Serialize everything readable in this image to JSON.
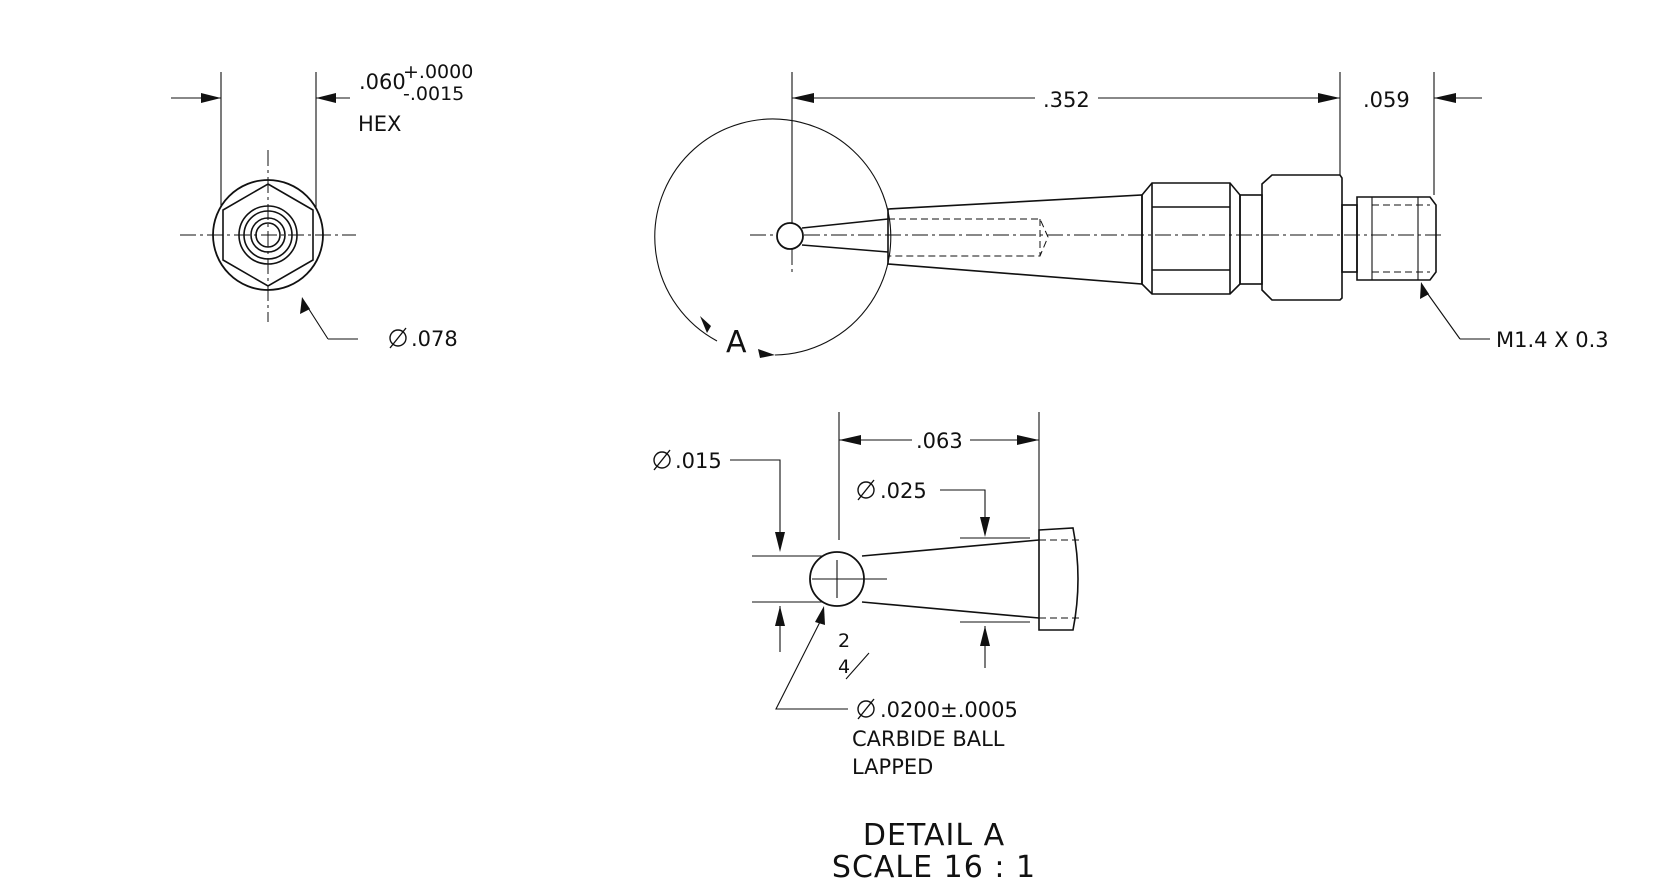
{
  "end_view": {
    "dim_width": ".060",
    "tol_plus": "+.0000",
    "tol_minus": "-.0015",
    "hex_label": "HEX",
    "dia_label": ".078"
  },
  "side_view": {
    "dim_length": ".352",
    "dim_thread_length": ".059",
    "thread_label": "M1.4 X 0.3",
    "detail_callout": "A"
  },
  "detail": {
    "dim_tip_length": ".063",
    "dia_tip": ".015",
    "dia_stem": ".025",
    "finish_top": "2",
    "finish_bottom": "4",
    "ball_dia": ".0200±.0005",
    "ball_note1": "CARBIDE BALL",
    "ball_note2": "LAPPED",
    "title": "DETAIL A",
    "scale": "SCALE 16 : 1"
  },
  "symbols": {
    "diameter_symbol": "diameter-icon"
  }
}
